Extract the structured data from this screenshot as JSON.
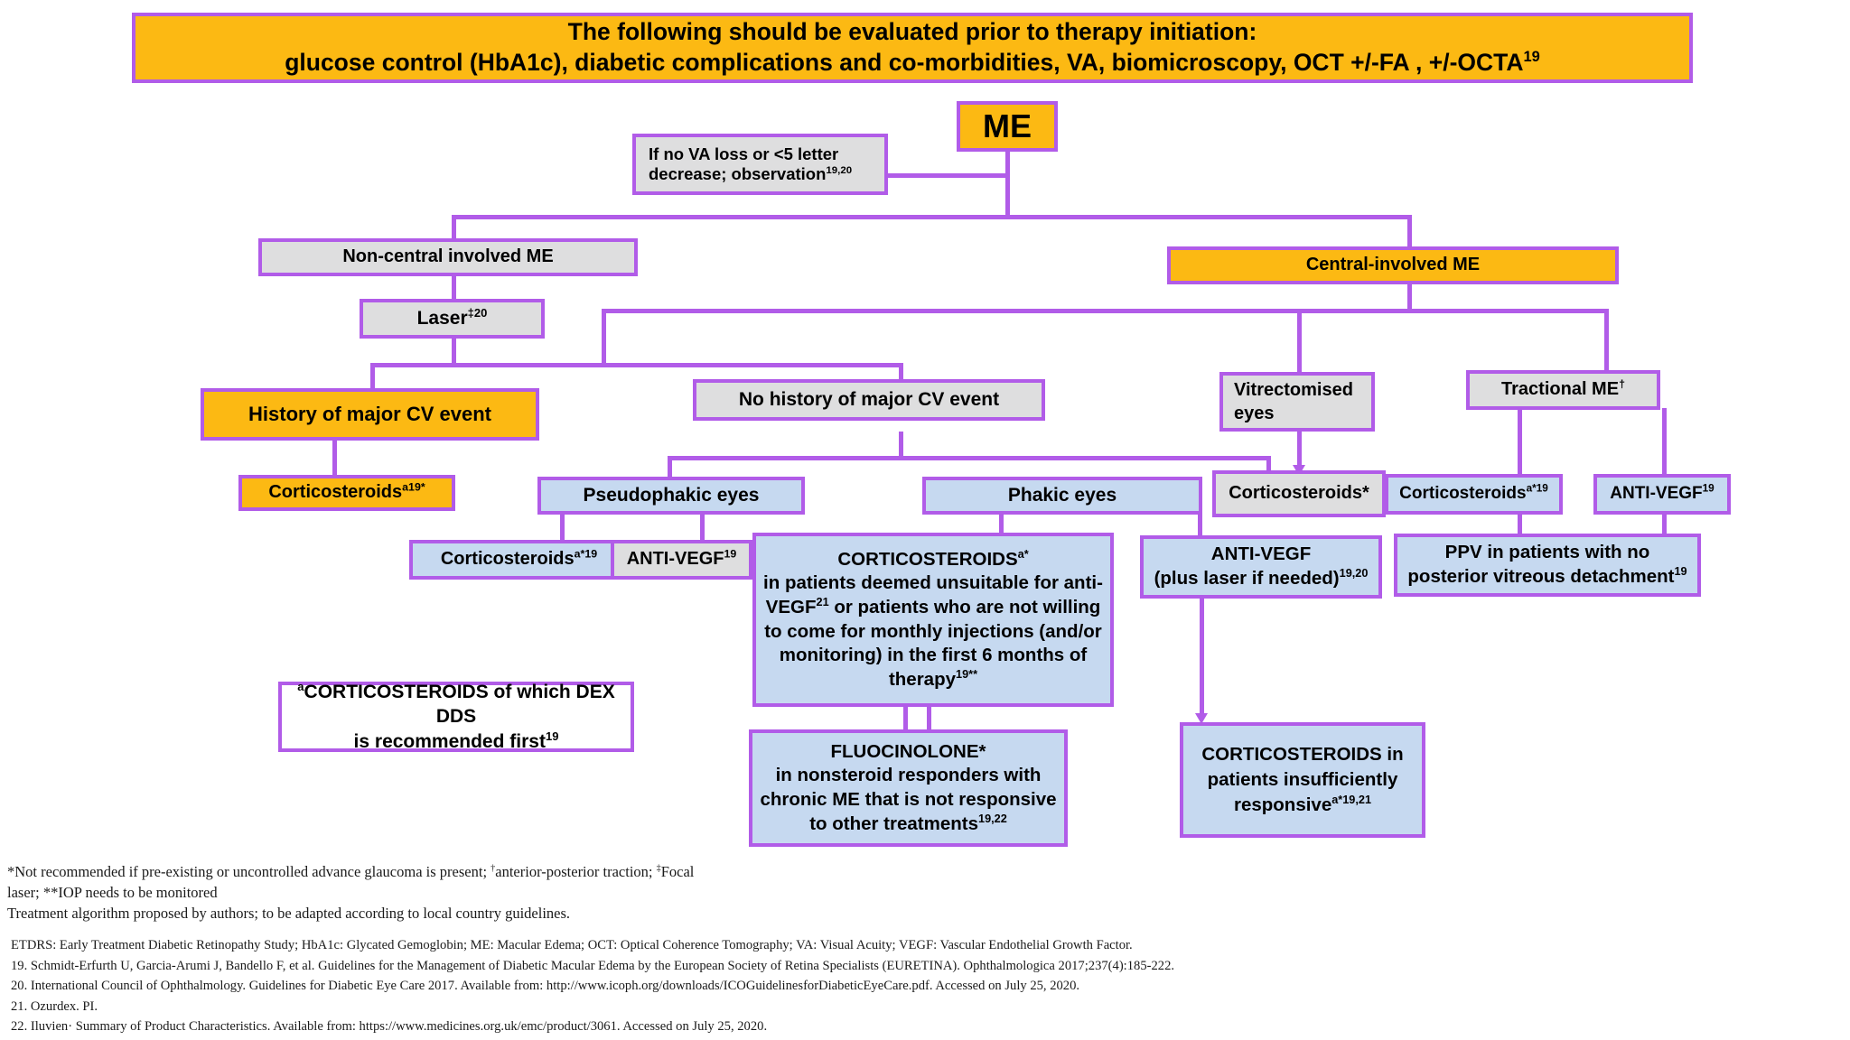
{
  "banner": {
    "line1": "The following should be evaluated prior to therapy initiation:",
    "line2_pre": "glucose control (HbA1c), diabetic complications and co-morbidities, VA, biomicroscopy, OCT +/-FA , +/-OCTA",
    "line2_sup": "19"
  },
  "nodes": {
    "me": {
      "label": "ME"
    },
    "observation": {
      "line1": "If no VA loss or <5 letter",
      "line2_pre": "decrease; observation",
      "line2_sup": "19,20"
    },
    "non_central": {
      "label": "Non-central involved ME"
    },
    "central": {
      "label": "Central-involved ME"
    },
    "laser": {
      "label_pre": "Laser",
      "label_sup": "‡20"
    },
    "history_cv": {
      "label": "History of major CV event"
    },
    "no_history_cv": {
      "label": "No history of major CV event"
    },
    "cortico_history": {
      "label_pre": "Corticosteroids",
      "label_sup": "a19*"
    },
    "pseudophakic": {
      "label": "Pseudophakic eyes"
    },
    "phakic": {
      "label": "Phakic eyes"
    },
    "cortico_pseudo": {
      "label_pre": "Corticosteroids",
      "label_sup": "a*19"
    },
    "antivegf_pseudo": {
      "label_pre": "ANTI-VEGF",
      "label_sup": "19"
    },
    "cortico_big": {
      "l1_pre": "CORTICOSTEROIDS",
      "l1_sup": "a*",
      "l2": "in patients deemed unsuitable for anti-",
      "l3_pre": "VEGF",
      "l3_sup": "21",
      "l3_post": " or patients who are not willing",
      "l4": "to come for monthly injections (and/or",
      "l5": "monitoring) in the first 6 months of",
      "l6_pre": "therapy",
      "l6_sup": "19**"
    },
    "antivegf_phakic": {
      "l1": "ANTI-VEGF",
      "l2_pre": "(plus laser if needed)",
      "l2_sup": "19,20"
    },
    "vitrectomised": {
      "l1": "Vitrectomised",
      "l2": "eyes"
    },
    "cortico_vitrect": {
      "label": "Corticosteroids*"
    },
    "tractional": {
      "label_pre": "Tractional ME",
      "label_sup": "†"
    },
    "cortico_tractional": {
      "label_pre": "Corticosteroids",
      "label_sup": "a*19"
    },
    "antivegf_tractional": {
      "label_pre": "ANTI-VEGF",
      "label_sup": "19"
    },
    "ppv": {
      "l1": "PPV  in patients with no",
      "l2_pre": "posterior vitreous detachment",
      "l2_sup": "19"
    },
    "fluocinolone": {
      "l1": "FLUOCINOLONE*",
      "l2": "in nonsteroid responders with",
      "l3": "chronic ME that is not responsive",
      "l4_pre": "to other treatments",
      "l4_sup": "19,22"
    },
    "cortico_insufficient": {
      "l1": "CORTICOSTEROIDS in",
      "l2": "patients insufficiently",
      "l3_pre": "responsive",
      "l3_sup": "a*19,21"
    },
    "dex_note": {
      "l1_sup": "a",
      "l1_pre": "CORTICOSTEROIDS of which DEX DDS",
      "l2_pre": "is recommended first",
      "l2_sup": "19"
    }
  },
  "footnotes": {
    "line1a": "*Not recommended if pre-existing or uncontrolled advance  glaucoma is present; ",
    "line1sup1": "†",
    "line1b": "anterior-posterior traction; ",
    "line1sup2": "‡",
    "line1c": "Focal",
    "line2": "laser; **IOP needs to be monitored",
    "line3": "Treatment algorithm proposed by authors; to be adapted according to local country guidelines."
  },
  "references": {
    "abbreviations": "ETDRS: Early Treatment Diabetic Retinopathy Study; HbA1c: Glycated Gemoglobin; ME: Macular Edema; OCT: Optical Coherence Tomography; VA: Visual Acuity; VEGF: Vascular Endothelial Growth Factor.",
    "ref19": "19. Schmidt-Erfurth U, Garcia-Arumi J, Bandello F, et al. Guidelines for the Management of Diabetic Macular Edema by the European Society of Retina Specialists (EURETINA). Ophthalmologica 2017;237(4):185-222.",
    "ref20": "20. International Council of Ophthalmology. Guidelines for Diabetic Eye Care 2017. Available from: http://www.icoph.org/downloads/ICOGuidelinesforDiabeticEyeCare.pdf. Accessed on July 25, 2020.",
    "ref21": "21. Ozurdex. PI.",
    "ref22": "22. Iluvien· Summary of Product Characteristics. Available from: https://www.medicines.org.uk/emc/product/3061. Accessed on July 25, 2020."
  },
  "colors": {
    "border": "#b15ce8",
    "gold": "#fcb913",
    "grey": "#dededf",
    "blue": "#c6d9f0"
  }
}
